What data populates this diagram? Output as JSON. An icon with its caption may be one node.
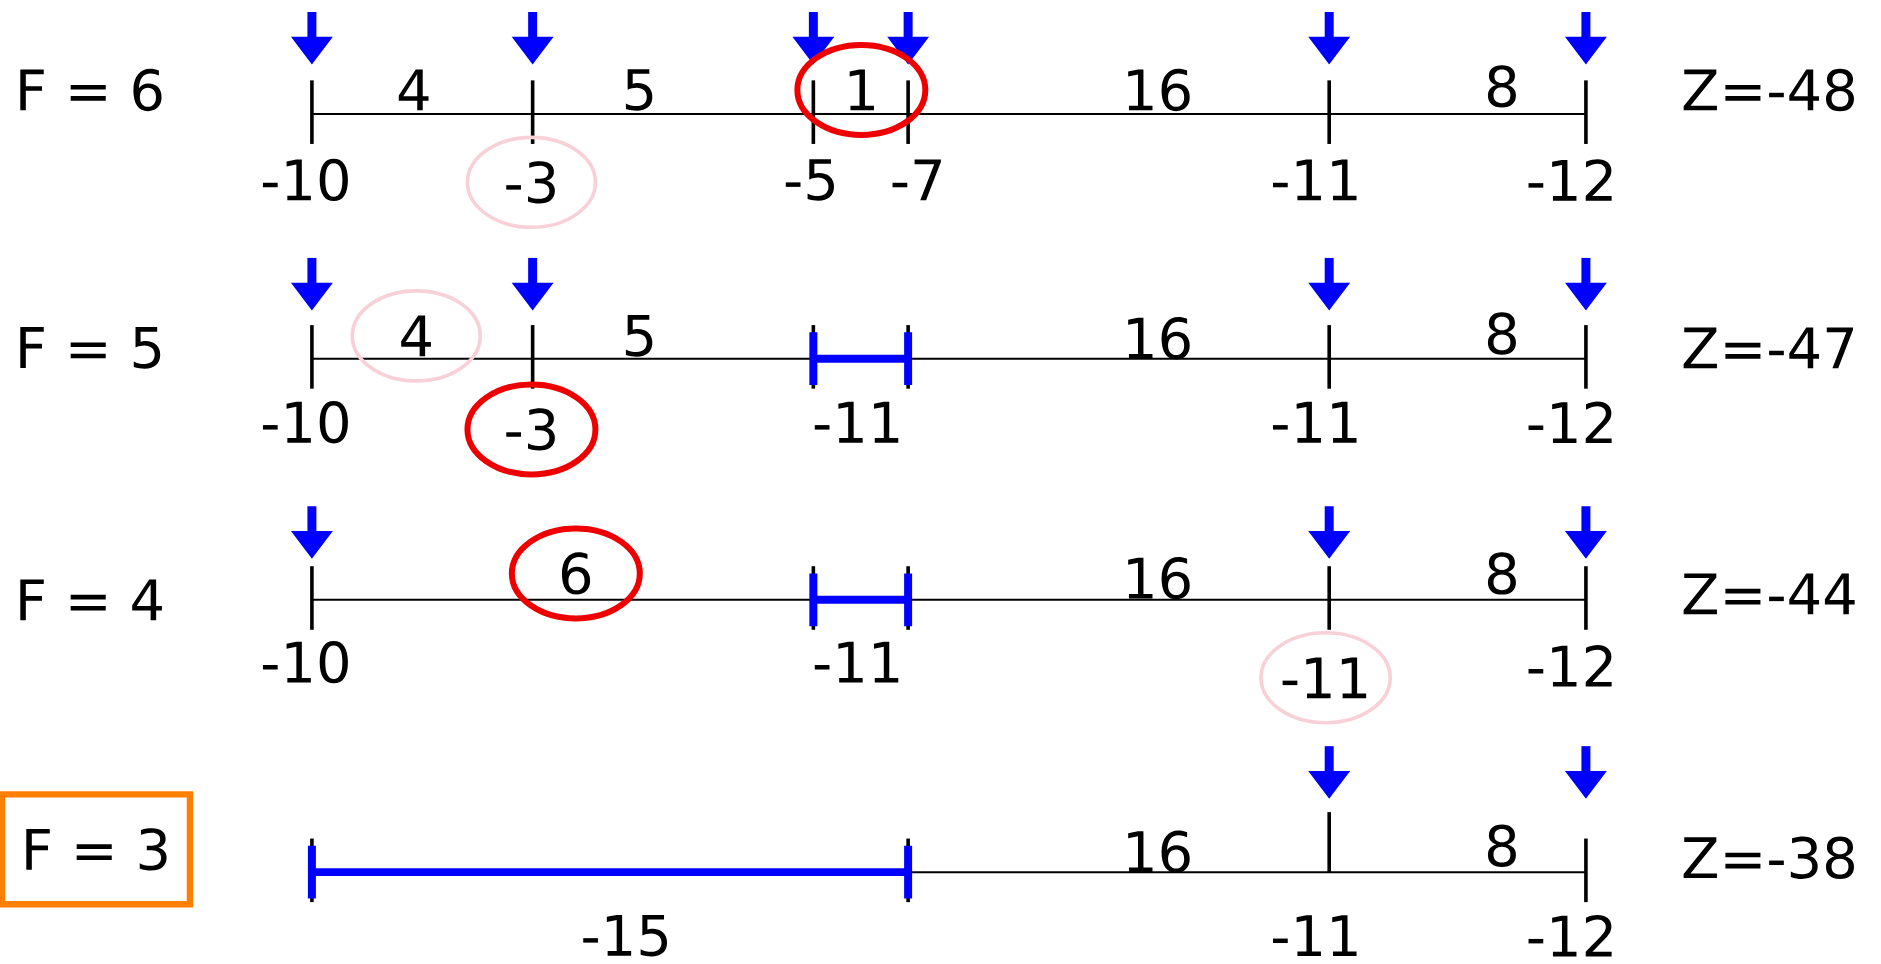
{
  "diagram": {
    "nodes": [
      {
        "text": [
          "1"
        ]
      },
      {
        "text": [
          "-3"
        ]
      },
      {
        "text": [
          "4"
        ]
      },
      {
        "text": [
          "-3"
        ]
      },
      {
        "text": [
          "6"
        ]
      },
      {
        "text": [
          "-11"
        ]
      },
      {
        "text": [
          "F = 3"
        ]
      }
    ],
    "labels": [
      "F = 6",
      "4",
      "5",
      "16",
      "8",
      "Z=-48",
      "-10",
      "-5",
      "-7",
      "-11",
      "-12",
      "F = 5",
      "5",
      "16",
      "8",
      "Z=-47",
      "-10",
      "-11",
      "-11",
      "-12",
      "F = 4",
      "16",
      "8",
      "Z=-44",
      "-10",
      "-11",
      "-12",
      "16",
      "8",
      "Z=-38",
      "-15",
      "-11",
      "-12"
    ]
  }
}
